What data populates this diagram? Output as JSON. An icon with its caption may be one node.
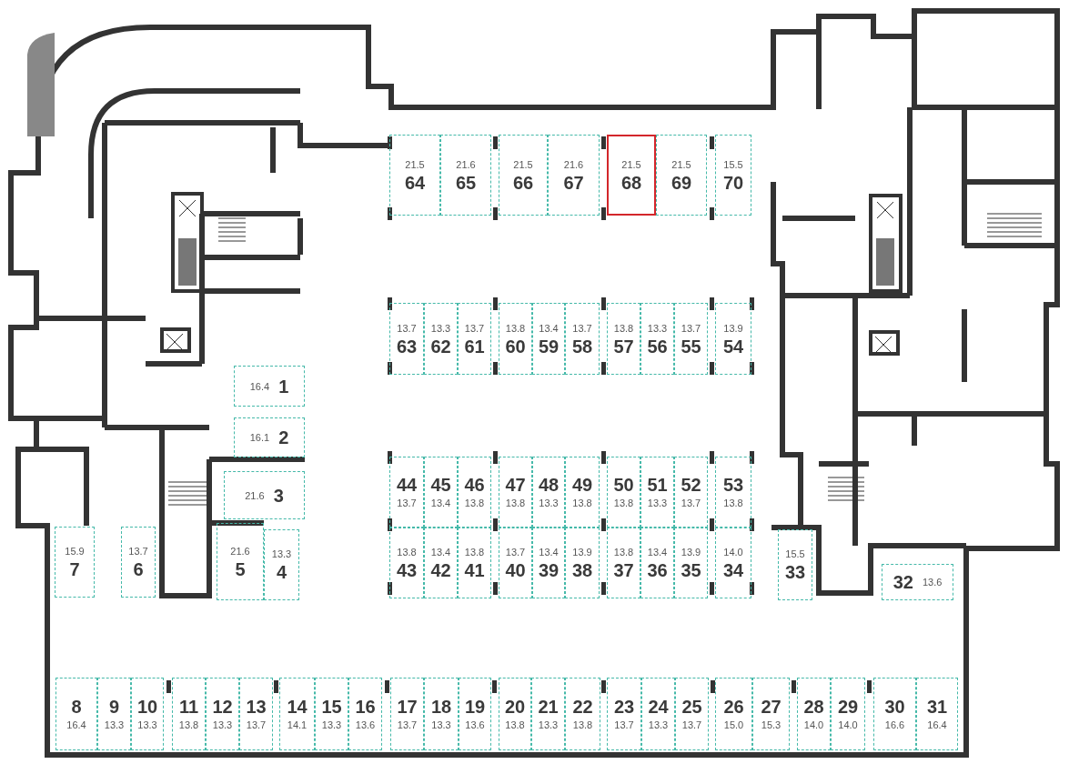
{
  "diagram": {
    "nodes": [
      {
        "text": [
          "16.4",
          "1"
        ]
      },
      {
        "text": [
          "16.1",
          "2"
        ]
      },
      {
        "text": [
          "21.6",
          "3"
        ]
      },
      {
        "text": [
          "13.3",
          "4"
        ]
      },
      {
        "text": [
          "21.6",
          "5"
        ]
      },
      {
        "text": [
          "13.7",
          "6"
        ]
      },
      {
        "text": [
          "15.9",
          "7"
        ]
      },
      {
        "text": [
          "8",
          "16.4"
        ]
      },
      {
        "text": [
          "9",
          "13.3"
        ]
      },
      {
        "text": [
          "10",
          "13.3"
        ]
      },
      {
        "text": [
          "11",
          "13.8"
        ]
      },
      {
        "text": [
          "12",
          "13.3"
        ]
      },
      {
        "text": [
          "13",
          "13.7"
        ]
      },
      {
        "text": [
          "14",
          "14.1"
        ]
      },
      {
        "text": [
          "15",
          "13.3"
        ]
      },
      {
        "text": [
          "16",
          "13.6"
        ]
      },
      {
        "text": [
          "17",
          "13.7"
        ]
      },
      {
        "text": [
          "18",
          "13.3"
        ]
      },
      {
        "text": [
          "19",
          "13.6"
        ]
      },
      {
        "text": [
          "20",
          "13.8"
        ]
      },
      {
        "text": [
          "21",
          "13.3"
        ]
      },
      {
        "text": [
          "22",
          "13.8"
        ]
      },
      {
        "text": [
          "23",
          "13.7"
        ]
      },
      {
        "text": [
          "24",
          "13.3"
        ]
      },
      {
        "text": [
          "25",
          "13.7"
        ]
      },
      {
        "text": [
          "26",
          "15.0"
        ]
      },
      {
        "text": [
          "27",
          "15.3"
        ]
      },
      {
        "text": [
          "28",
          "14.0"
        ]
      },
      {
        "text": [
          "29",
          "14.0"
        ]
      },
      {
        "text": [
          "30",
          "16.6"
        ]
      },
      {
        "text": [
          "31",
          "16.4"
        ]
      },
      {
        "text": [
          "32",
          "13.6"
        ]
      },
      {
        "text": [
          "15.5",
          "33"
        ]
      },
      {
        "text": [
          "14.0",
          "34"
        ]
      },
      {
        "text": [
          "13.9",
          "35"
        ]
      },
      {
        "text": [
          "13.4",
          "36"
        ]
      },
      {
        "text": [
          "13.8",
          "37"
        ]
      },
      {
        "text": [
          "13.9",
          "38"
        ]
      },
      {
        "text": [
          "13.4",
          "39"
        ]
      },
      {
        "text": [
          "13.7",
          "40"
        ]
      },
      {
        "text": [
          "13.8",
          "41"
        ]
      },
      {
        "text": [
          "13.4",
          "42"
        ]
      },
      {
        "text": [
          "13.8",
          "43"
        ]
      },
      {
        "text": [
          "44",
          "13.7"
        ]
      },
      {
        "text": [
          "45",
          "13.4"
        ]
      },
      {
        "text": [
          "46",
          "13.8"
        ]
      },
      {
        "text": [
          "47",
          "13.8"
        ]
      },
      {
        "text": [
          "48",
          "13.3"
        ]
      },
      {
        "text": [
          "49",
          "13.8"
        ]
      },
      {
        "text": [
          "50",
          "13.8"
        ]
      },
      {
        "text": [
          "51",
          "13.3"
        ]
      },
      {
        "text": [
          "52",
          "13.7"
        ]
      },
      {
        "text": [
          "53",
          "13.8"
        ]
      },
      {
        "text": [
          "13.9",
          "54"
        ]
      },
      {
        "text": [
          "13.7",
          "55"
        ]
      },
      {
        "text": [
          "13.3",
          "56"
        ]
      },
      {
        "text": [
          "13.8",
          "57"
        ]
      },
      {
        "text": [
          "13.7",
          "58"
        ]
      },
      {
        "text": [
          "13.4",
          "59"
        ]
      },
      {
        "text": [
          "13.8",
          "60"
        ]
      },
      {
        "text": [
          "13.7",
          "61"
        ]
      },
      {
        "text": [
          "13.3",
          "62"
        ]
      },
      {
        "text": [
          "13.7",
          "63"
        ]
      },
      {
        "text": [
          "21.5",
          "64"
        ]
      },
      {
        "text": [
          "21.6",
          "65"
        ]
      },
      {
        "text": [
          "21.5",
          "66"
        ]
      },
      {
        "text": [
          "21.6",
          "67"
        ]
      },
      {
        "text": [
          "21.5",
          "68"
        ]
      },
      {
        "text": [
          "21.5",
          "69"
        ]
      },
      {
        "text": [
          "15.5",
          "70"
        ]
      }
    ]
  }
}
